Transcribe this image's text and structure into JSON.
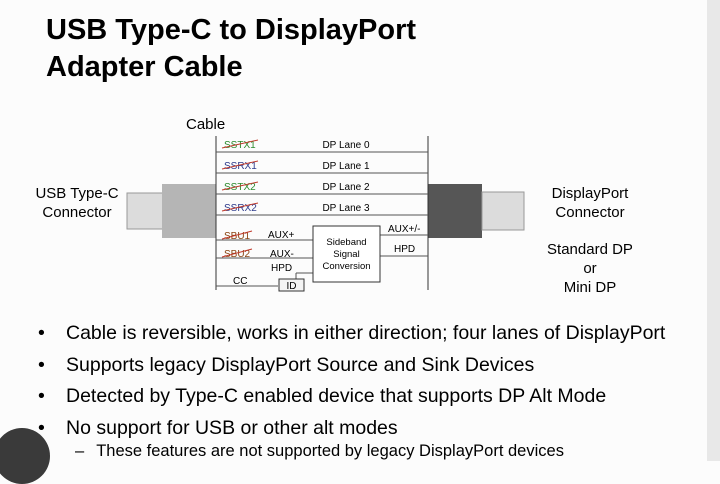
{
  "title_line1": "USB Type-C to DisplayPort",
  "title_line2": "Adapter Cable",
  "diagram": {
    "cable_label": "Cable",
    "usb_connector_line1": "USB Type-C",
    "usb_connector_line2": "Connector",
    "dp_connector_line1": "DisplayPort",
    "dp_connector_line2": "Connector",
    "dp_variants_line1": "Standard DP",
    "dp_variants_line2": "or",
    "dp_variants_line3": "Mini DP",
    "lanes": [
      {
        "pin": "SSTX1",
        "label": "DP Lane 0"
      },
      {
        "pin": "SSRX1",
        "label": "DP Lane 1"
      },
      {
        "pin": "SSTX2",
        "label": "DP Lane 2"
      },
      {
        "pin": "SSRX2",
        "label": "DP Lane 3"
      }
    ],
    "sbu1": "SBU1",
    "sbu2": "SBU2",
    "aux_plus": "AUX+",
    "aux_minus": "AUX-",
    "hpd_left": "HPD",
    "cc": "CC",
    "id": "ID",
    "aux_out": "AUX+/-",
    "hpd_out": "HPD",
    "converter_line1": "Sideband",
    "converter_line2": "Signal",
    "converter_line3": "Conversion",
    "colors": {
      "strike": "#c0392b",
      "pin_tx": "#2e8b2e",
      "pin_rx": "#2e3c8c",
      "pin_sbu": "#8b4513",
      "usb_plug_dark": "#b5b5b5",
      "usb_plug_light": "#dcdcdc",
      "dp_plug_dark": "#565656",
      "dp_plug_light": "#dcdcdc"
    }
  },
  "bullets": [
    "Cable is reversible, works in either direction; four lanes of DisplayPort",
    "Supports legacy DisplayPort Source and Sink Devices",
    "Detected by Type-C enabled device that supports DP Alt Mode",
    "No support for USB or other alt modes"
  ],
  "bullet_char": "•",
  "sub_bullet": "These features are not supported by legacy DisplayPort devices",
  "sub_bullet_char": "–"
}
